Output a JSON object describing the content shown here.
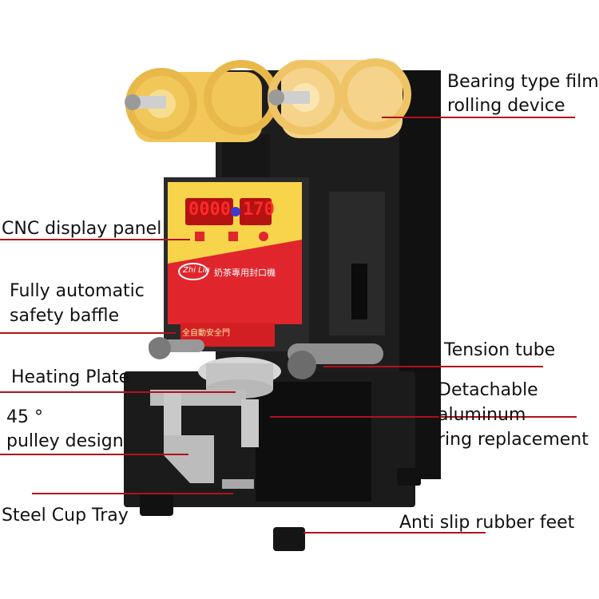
{
  "callouts": {
    "film_rolling_1": "Bearing type film",
    "film_rolling_2": "rolling device",
    "display_panel": "CNC display panel",
    "safety_1": "Fully automatic",
    "safety_2": "safety baffle",
    "tension": "Tension tube",
    "heating": "Heating Plate",
    "ring_1": "Detachable",
    "ring_2": "aluminum",
    "ring_3": "ring replacement",
    "pulley_1": "45 °",
    "pulley_2": "pulley design",
    "tray": "Steel Cup Tray",
    "feet": "Anti slip rubber feet"
  },
  "panel": {
    "counter": "0000",
    "temperature": "170",
    "brand": "Zhi Lin",
    "model_text": "奶茶專用封口機",
    "baffle_text": "全自動安全門"
  },
  "colors": {
    "leader": "#b1121a",
    "body": "#1a1a1a",
    "reel": "#f2c75a",
    "panel_yellow": "#f8d44a",
    "panel_red": "#e0262c",
    "led": "#ff2a2a"
  }
}
